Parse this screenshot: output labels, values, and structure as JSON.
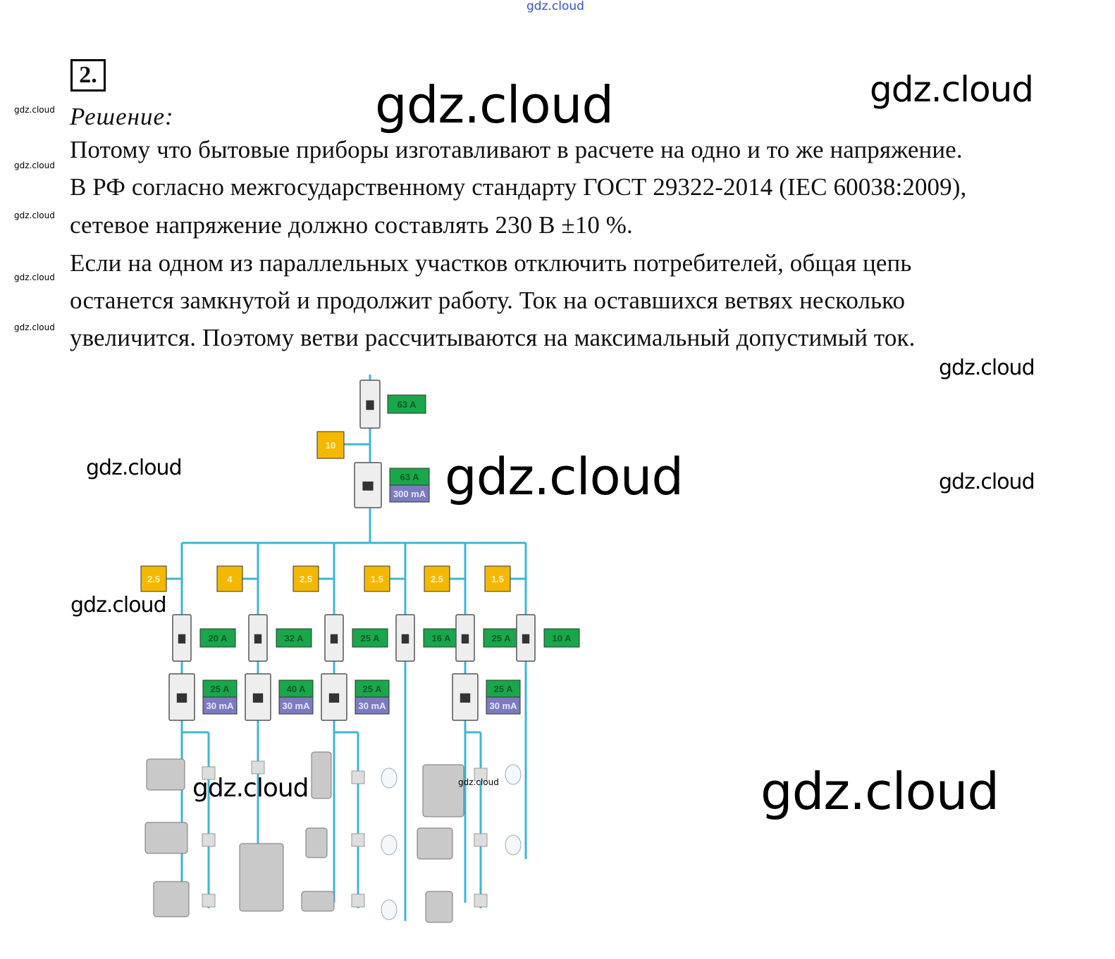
{
  "task_number": "2.",
  "heading": "Решение:",
  "paragraph_lines": [
    "Потому что бытовые приборы изготавливают в расчете на одно и то же напряжение.",
    "В РФ согласно межгосударственному стандарту ГОСТ 29322-2014 (IEC 60038:2009),",
    "сетевое напряжение должно составлять 230 В ±10 %.",
    "Если на одном из параллельных участков отключить потребителей, общая цепь",
    "останется замкнутой и продолжит работу. Ток на оставшихся ветвях несколько",
    "увеличится. Поэтому ветви рассчитываются на максимальный допустимый ток."
  ],
  "watermark": "gdz.cloud",
  "diagram": {
    "main_breaker": "63 A",
    "main_cable": "10",
    "main_rcd": {
      "current": "63 A",
      "leakage": "300 mA"
    },
    "branches": [
      {
        "cable": "2.5",
        "breaker": "20 A",
        "rcd": {
          "current": "25 A",
          "leakage": "30 mA"
        }
      },
      {
        "cable": "4",
        "breaker": "32 A",
        "rcd": {
          "current": "40 A",
          "leakage": "30 mA"
        }
      },
      {
        "cable": "2.5",
        "breaker": "25 A",
        "rcd": {
          "current": "25 A",
          "leakage": "30 mA"
        }
      },
      {
        "cable": "1.5",
        "breaker": "16 A",
        "rcd": null
      },
      {
        "cable": "2.5",
        "breaker": "25 A",
        "rcd": {
          "current": "25 A",
          "leakage": "30 mA"
        }
      },
      {
        "cable": "1.5",
        "breaker": "10 A",
        "rcd": null
      }
    ],
    "colors": {
      "wire": "#3cb6d8",
      "breaker_label": "#1aa64a",
      "cable_label": "#f5b800",
      "rcd_leakage": "#7b7bc0"
    }
  }
}
